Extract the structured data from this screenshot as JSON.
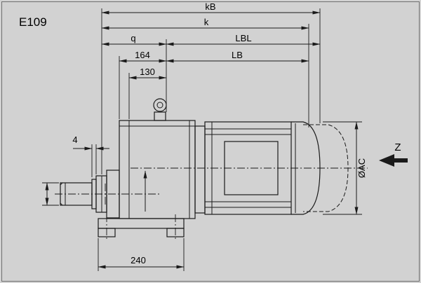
{
  "colors": {
    "background": "#d2d2d2",
    "line": "#1a1a1a",
    "text": "#000000"
  },
  "drawing_code": "E109",
  "dimension_labels": {
    "kb": "kB",
    "k": "k",
    "q": "q",
    "lbl": "LBL",
    "length_164": "164",
    "lb": "LB",
    "length_130": "130",
    "gap_4": "4",
    "foot_width_240": "240",
    "diameter_ac": "ØAC"
  },
  "view_arrow": {
    "label": "Z"
  }
}
